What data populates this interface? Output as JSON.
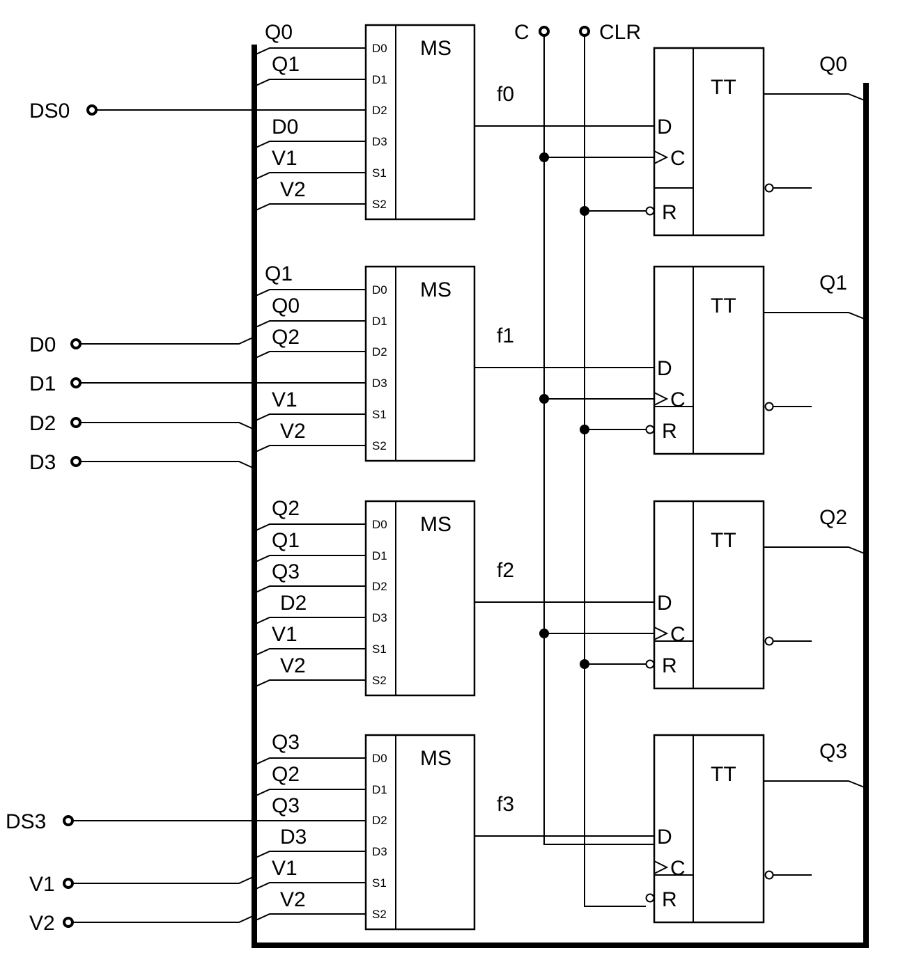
{
  "top_inputs": {
    "clock": "C",
    "clear": "CLR"
  },
  "left_inputs": {
    "ds0": "DS0",
    "d0": "D0",
    "d1": "D1",
    "d2": "D2",
    "d3": "D3",
    "ds3": "DS3",
    "v1": "V1",
    "v2": "V2"
  },
  "mux": {
    "title": "MS",
    "pins": [
      "D0",
      "D1",
      "D2",
      "D3",
      "S1",
      "S2"
    ],
    "stages": [
      {
        "top_label": "Q0",
        "bus_labels": [
          "Q1",
          "",
          "D0",
          "V1",
          "V2"
        ],
        "output": "f0"
      },
      {
        "top_label": "Q1",
        "bus_labels": [
          "Q0",
          "Q2",
          "",
          "V1",
          "V2"
        ],
        "output": "f1"
      },
      {
        "top_label": "Q2",
        "bus_labels": [
          "Q1",
          "Q3",
          "D2",
          "V1",
          "V2"
        ],
        "output": "f2"
      },
      {
        "top_label": "Q3",
        "bus_labels": [
          "Q2",
          "Q3",
          "D3",
          "V1",
          "V2"
        ],
        "output": "f3"
      }
    ]
  },
  "flipflop": {
    "title": "TT",
    "d": "D",
    "c": "C",
    "r": "R",
    "clock_marker": ">"
  },
  "outputs": [
    "Q0",
    "Q1",
    "Q2",
    "Q3"
  ]
}
